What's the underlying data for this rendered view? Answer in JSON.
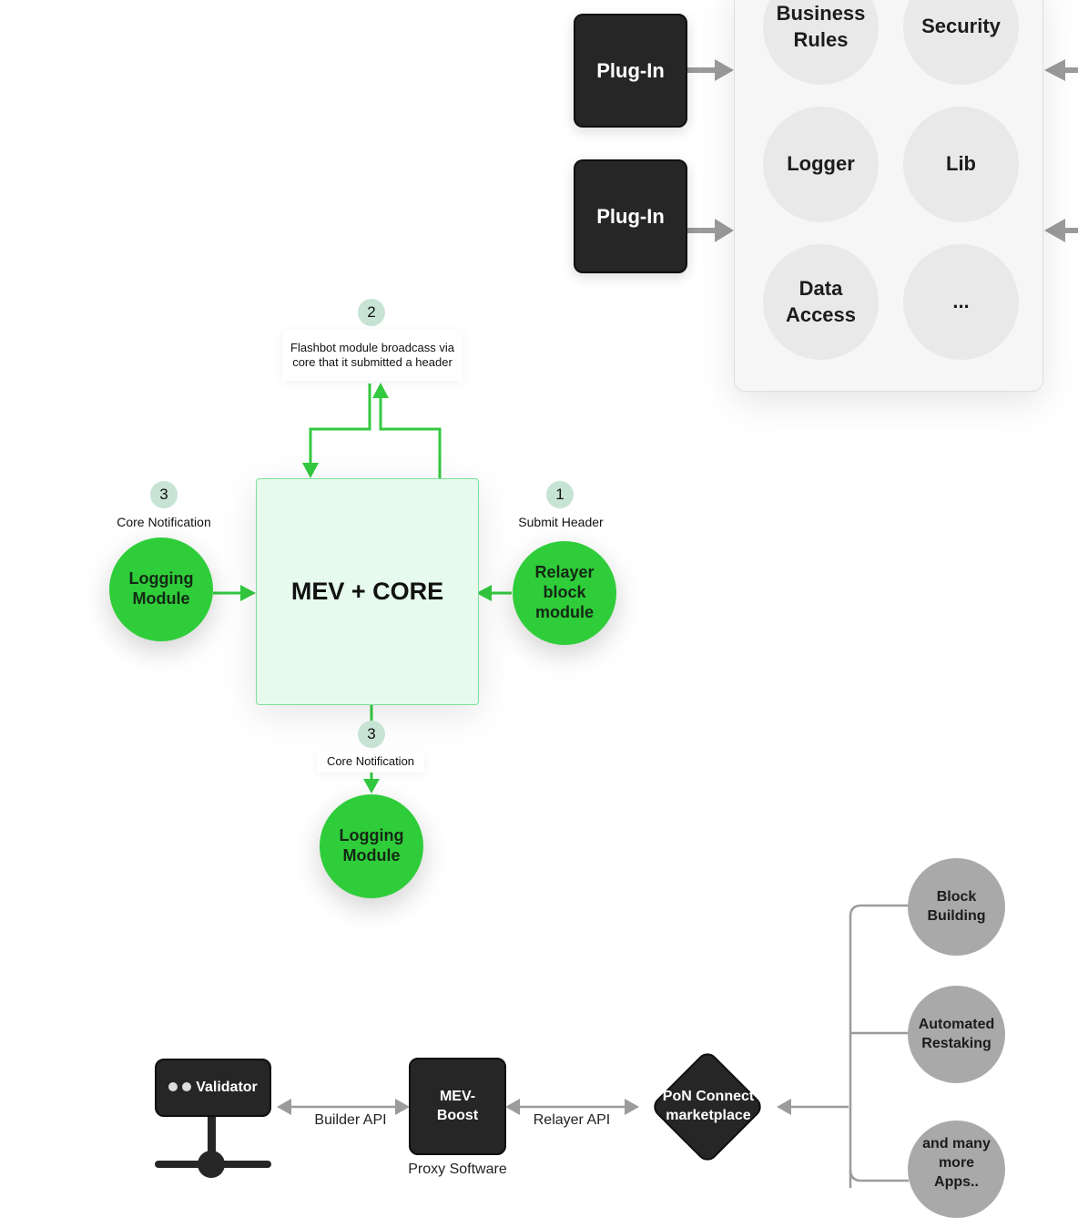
{
  "architecture": {
    "plugins": [
      "Plug-In",
      "Plug-In"
    ],
    "modules": [
      "Business Rules",
      "Security",
      "Logger",
      "Lib",
      "Data Access",
      "..."
    ]
  },
  "mev": {
    "core_title": "MEV + CORE",
    "step2": {
      "number": "2",
      "text": "Flashbot module broadcass via core that it submitted a header"
    },
    "step1": {
      "number": "1",
      "label": "Submit Header"
    },
    "step3_left": {
      "number": "3",
      "label": "Core Notification"
    },
    "step3_bottom": {
      "number": "3",
      "label": "Core Notification"
    },
    "logging_left": "Logging Module",
    "logging_bottom": "Logging Module",
    "relayer": "Relayer block module"
  },
  "pon": {
    "validator": "Validator",
    "builder_api": "Builder API",
    "mev_boost": "MEV-Boost",
    "proxy_software": "Proxy Software",
    "relayer_api": "Relayer API",
    "marketplace": "PoN Connect marketplace",
    "apps": [
      "Block Building",
      "Automated Restaking",
      "and many more Apps.."
    ]
  },
  "colors": {
    "green": "#2fcd3a",
    "green_wire": "#33c940",
    "dark": "#262626",
    "gray_wire": "#9b9b9b"
  }
}
